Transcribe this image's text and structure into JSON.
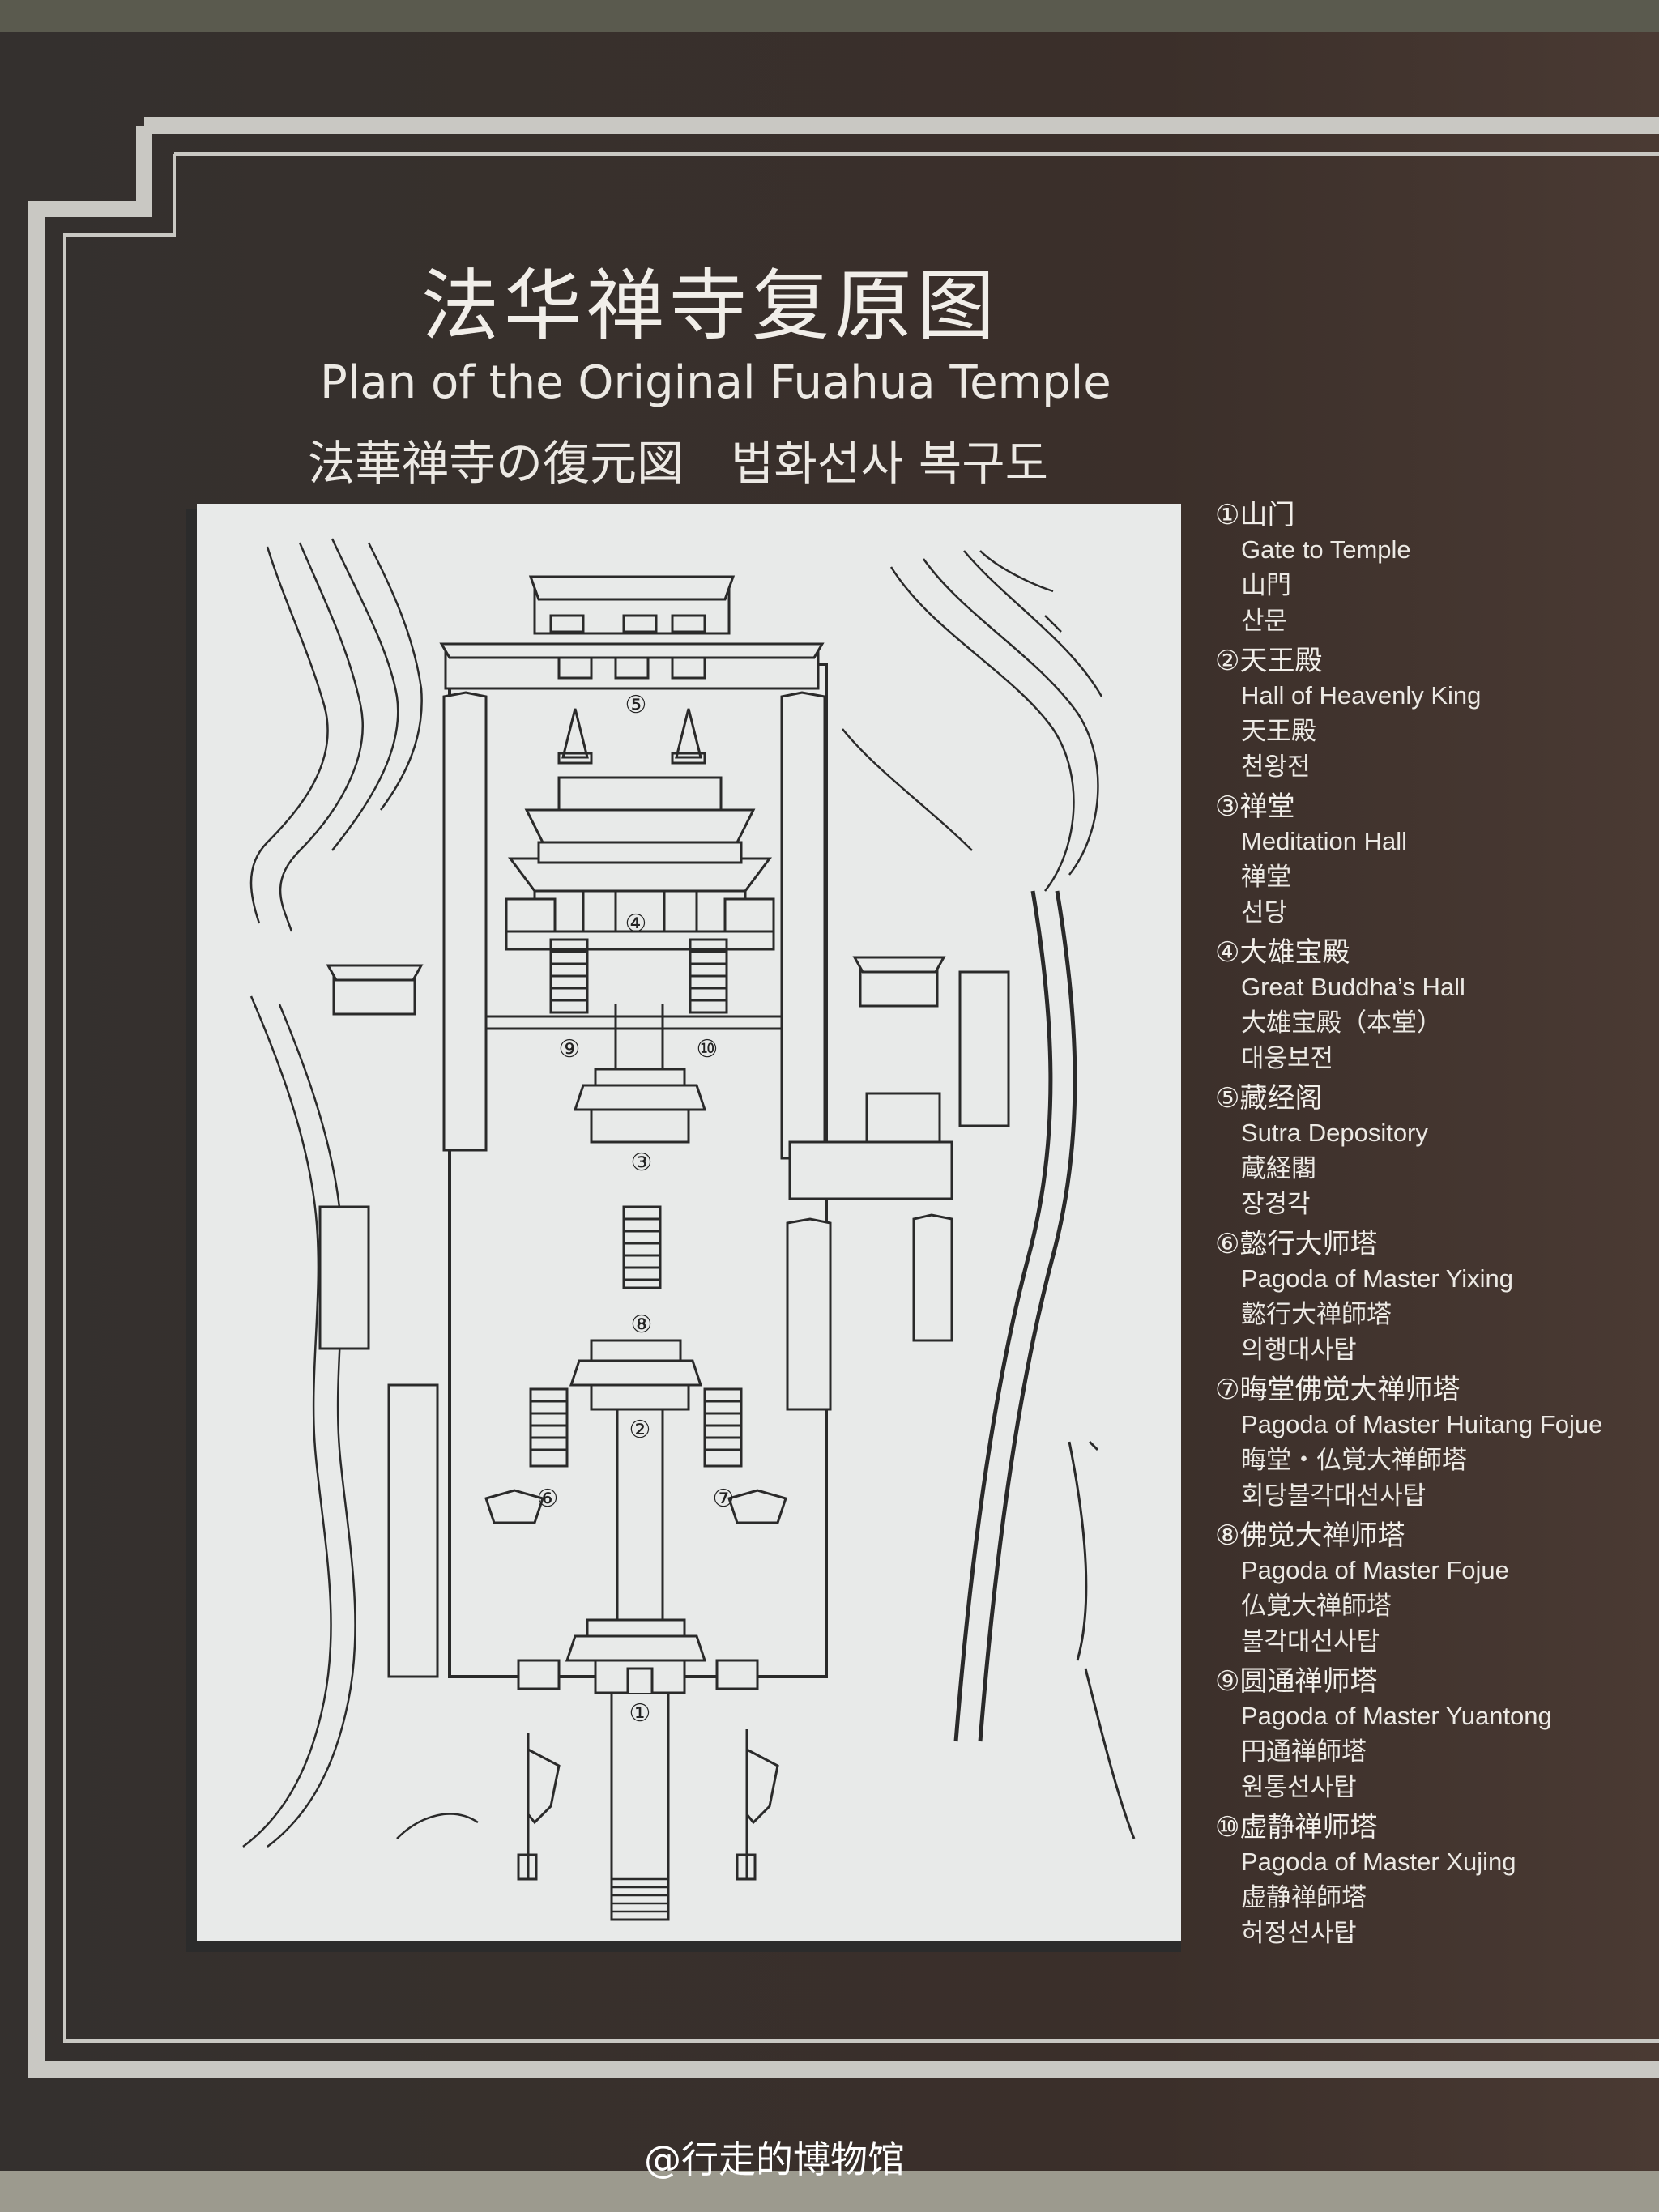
{
  "title": {
    "zh": "法华禅寺复原图",
    "en": "Plan of the Original Fuahua Temple",
    "ja_ko": "法華禅寺の復元図　법화선사 복구도"
  },
  "map_markers": [
    "①",
    "②",
    "③",
    "④",
    "⑤",
    "⑥",
    "⑦",
    "⑧",
    "⑨",
    "⑩"
  ],
  "legend": [
    {
      "num": "①",
      "zh": "山门",
      "en": "Gate to Temple",
      "ja": "山門",
      "ko": "산문"
    },
    {
      "num": "②",
      "zh": "天王殿",
      "en": "Hall of Heavenly King",
      "ja": "天王殿",
      "ko": "천왕전"
    },
    {
      "num": "③",
      "zh": "禅堂",
      "en": "Meditation Hall",
      "ja": "禅堂",
      "ko": "선당"
    },
    {
      "num": "④",
      "zh": "大雄宝殿",
      "en": "Great Buddha’s Hall",
      "ja": "大雄宝殿（本堂）",
      "ko": "대웅보전"
    },
    {
      "num": "⑤",
      "zh": "藏经阁",
      "en": "Sutra Depository",
      "ja": "蔵経閣",
      "ko": "장경각"
    },
    {
      "num": "⑥",
      "zh": "懿行大师塔",
      "en": "Pagoda of Master Yixing",
      "ja": "懿行大禅師塔",
      "ko": "의행대사탑"
    },
    {
      "num": "⑦",
      "zh": "晦堂佛觉大禅师塔",
      "en": "Pagoda of Master Huitang Fojue",
      "ja": "晦堂・仏覚大禅師塔",
      "ko": "회당불각대선사탑"
    },
    {
      "num": "⑧",
      "zh": "佛觉大禅师塔",
      "en": "Pagoda of Master Fojue",
      "ja": "仏覚大禅師塔",
      "ko": "불각대선사탑"
    },
    {
      "num": "⑨",
      "zh": "圆通禅师塔",
      "en": "Pagoda of Master Yuantong",
      "ja": "円通禅師塔",
      "ko": "원통선사탑"
    },
    {
      "num": "⑩",
      "zh": "虚静禅师塔",
      "en": "Pagoda of Master Xujing",
      "ja": "虚静禅師塔",
      "ko": "허정선사탑"
    }
  ],
  "watermark": "@行走的博物馆",
  "colors": {
    "board": "#3a302b",
    "frame": "#d9d8d3",
    "map_bg": "#e9ebea",
    "line": "#2a2a2a",
    "text": "#ece9e4"
  }
}
